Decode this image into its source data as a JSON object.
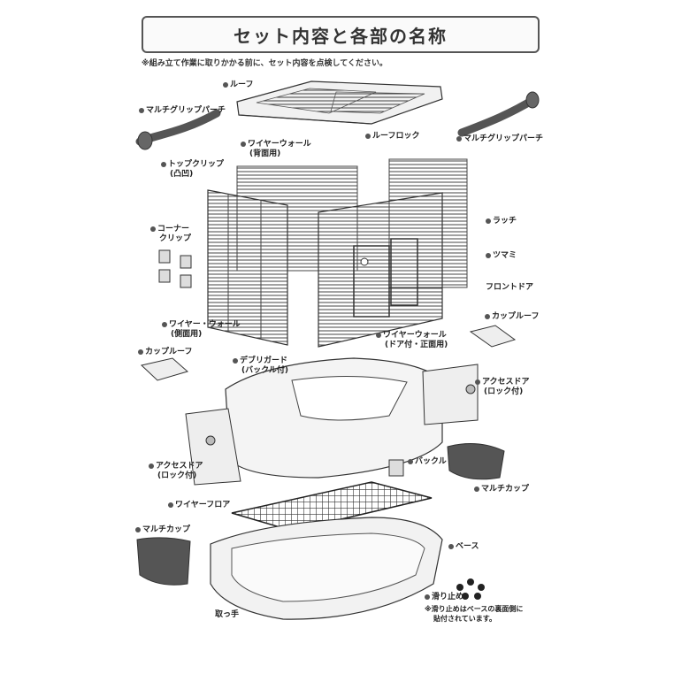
{
  "title": "セット内容と各部の名称",
  "note": "※組み立て作業に取りかかる前に、セット内容を点検してください。",
  "labels": {
    "roof": "ルーフ",
    "multi_grip_perch_left": "マルチグリップパーチ",
    "multi_grip_perch_right": "マルチグリップパーチ",
    "wire_wall_back": "ワイヤーウォール",
    "wire_wall_back_sub": "(背面用)",
    "roof_lock": "ルーフロック",
    "top_clip": "トップクリップ",
    "top_clip_sub": "(凸凹)",
    "latch": "ラッチ",
    "corner_clip": "コーナー",
    "corner_clip_sub": "クリップ",
    "knob": "ツマミ",
    "front_door": "フロントドア",
    "cup_roof_right": "カップルーフ",
    "wire_wall_side": "ワイヤー・ウォール",
    "wire_wall_side_sub": "(側面用)",
    "wire_wall_door": "ワイヤーウォール",
    "wire_wall_door_sub": "(ドア付・正面用)",
    "cup_roof_left": "カップルーフ",
    "debris_guard": "デブリガード",
    "debris_guard_sub": "(バックル付)",
    "access_door_right": "アクセスドア",
    "access_door_right_sub": "(ロック付)",
    "access_door_left": "アクセスドア",
    "access_door_left_sub": "(ロック付)",
    "buckle": "バックル",
    "multi_cup_right": "マルチカップ",
    "wire_floor": "ワイヤーフロア",
    "multi_cup_left": "マルチカップ",
    "base": "ベース",
    "non_slip": "滑り止め",
    "non_slip_note_1": "※滑り止めはベースの裏面側に",
    "non_slip_note_2": "貼付されています。",
    "handle": "取っ手"
  }
}
